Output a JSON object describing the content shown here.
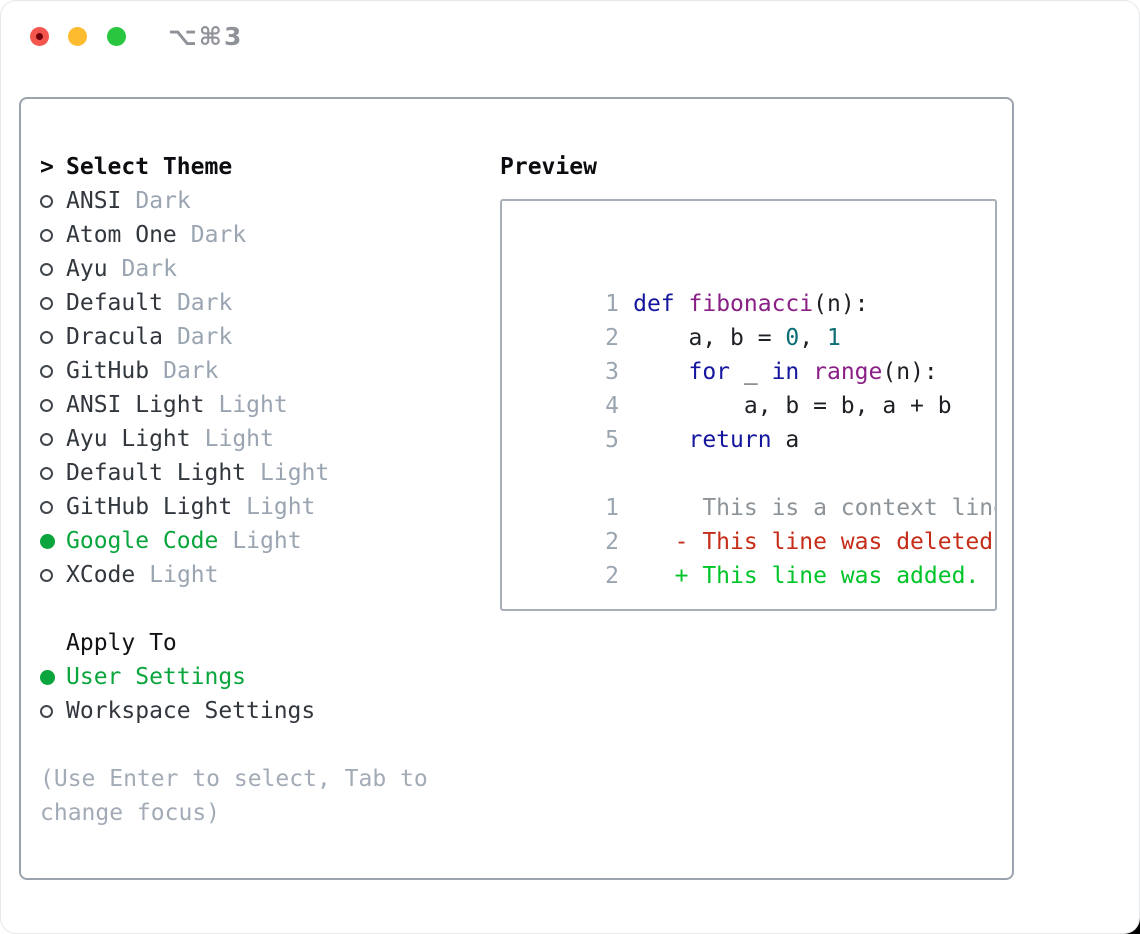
{
  "window": {
    "title_shortcut": "⌥⌘3"
  },
  "theme_picker": {
    "header": {
      "prefix": ">",
      "label": "Select Theme"
    },
    "themes": [
      {
        "name": "ANSI",
        "tag": "Dark",
        "selected": false
      },
      {
        "name": "Atom One",
        "tag": "Dark",
        "selected": false
      },
      {
        "name": "Ayu",
        "tag": "Dark",
        "selected": false
      },
      {
        "name": "Default",
        "tag": "Dark",
        "selected": false
      },
      {
        "name": "Dracula",
        "tag": "Dark",
        "selected": false
      },
      {
        "name": "GitHub",
        "tag": "Dark",
        "selected": false
      },
      {
        "name": "ANSI Light",
        "tag": "Light",
        "selected": false
      },
      {
        "name": "Ayu Light",
        "tag": "Light",
        "selected": false
      },
      {
        "name": "Default Light",
        "tag": "Light",
        "selected": false
      },
      {
        "name": "GitHub Light",
        "tag": "Light",
        "selected": false
      },
      {
        "name": "Google Code",
        "tag": "Light",
        "selected": true
      },
      {
        "name": "XCode",
        "tag": "Light",
        "selected": false
      }
    ],
    "apply_to": {
      "label": "Apply To",
      "options": [
        {
          "name": "User Settings",
          "selected": true
        },
        {
          "name": "Workspace Settings",
          "selected": false
        }
      ]
    },
    "help": {
      "line1": "(Use Enter to select, Tab to",
      "line2": "change focus)"
    }
  },
  "preview": {
    "label": "Preview",
    "code": [
      {
        "num": "1",
        "tokens": [
          {
            "text": "def",
            "type": "keyword"
          },
          {
            "text": " ",
            "type": "plain"
          },
          {
            "text": "fibonacci",
            "type": "function"
          },
          {
            "text": "(n):",
            "type": "plain"
          }
        ]
      },
      {
        "num": "2",
        "tokens": [
          {
            "text": "    a, b = ",
            "type": "plain"
          },
          {
            "text": "0",
            "type": "number"
          },
          {
            "text": ", ",
            "type": "plain"
          },
          {
            "text": "1",
            "type": "number"
          }
        ]
      },
      {
        "num": "3",
        "tokens": [
          {
            "text": "    ",
            "type": "plain"
          },
          {
            "text": "for",
            "type": "keyword"
          },
          {
            "text": " _ ",
            "type": "plain"
          },
          {
            "text": "in",
            "type": "keyword"
          },
          {
            "text": " ",
            "type": "plain"
          },
          {
            "text": "range",
            "type": "function"
          },
          {
            "text": "(n):",
            "type": "plain"
          }
        ]
      },
      {
        "num": "4",
        "tokens": [
          {
            "text": "        a, b = b, a + b",
            "type": "plain"
          }
        ]
      },
      {
        "num": "5",
        "tokens": [
          {
            "text": "    ",
            "type": "plain"
          },
          {
            "text": "return",
            "type": "keyword"
          },
          {
            "text": " a",
            "type": "plain"
          }
        ]
      }
    ],
    "diff": [
      {
        "num": "1",
        "text": "     This is a context line.",
        "kind": "context"
      },
      {
        "num": "2",
        "text": "   - This line was deleted.",
        "kind": "deleted"
      },
      {
        "num": "2",
        "text": "   + This line was added.",
        "kind": "added"
      }
    ]
  },
  "colors": {
    "accent_green": "#0aa53c",
    "diff_deleted_red": "#c62d19",
    "diff_added_green": "#00c428",
    "syntax_keyword": "#14169d",
    "syntax_function": "#8a1f85",
    "syntax_number": "#0a6e74",
    "muted_gray": "#9aa5b1"
  }
}
